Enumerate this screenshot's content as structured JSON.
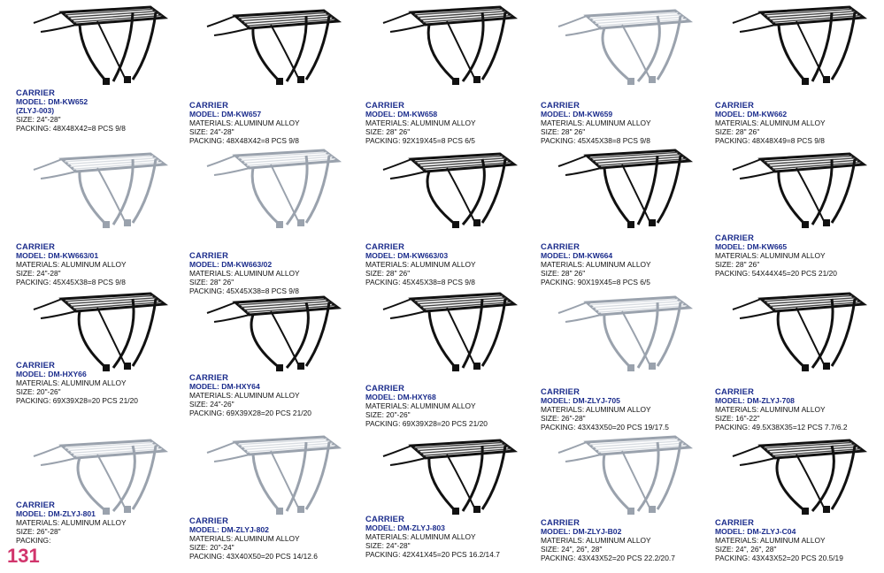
{
  "page_number": "131",
  "colors": {
    "title": "#1b2c8c",
    "page_number": "#d1356c",
    "black_rack": "#111111",
    "silver_rack": "#9aa2ad"
  },
  "products": [
    {
      "title": "CARRIER",
      "model": "MODEL: DM-KW652",
      "model_sub": "(ZLYJ-003)",
      "materials": "",
      "size": "SIZE: 24\"-28\"",
      "packing": "PACKING: 48X48X42=8 PCS   9/8",
      "finish": "black"
    },
    {
      "title": "CARRIER",
      "model": "MODEL: DM-KW657",
      "model_sub": "",
      "materials": "MATERIALS: ALUMINUM  ALLOY",
      "size": "SIZE: 24\"-28\"",
      "packing": "PACKING: 48X48X42=8 PCS   9/8",
      "finish": "black"
    },
    {
      "title": "CARRIER",
      "model": "MODEL: DM-KW658",
      "model_sub": "",
      "materials": "MATERIALS: ALUMINUM  ALLOY",
      "size": "SIZE: 28\"  26\"",
      "packing": "PACKING: 92X19X45=8 PCS   6/5",
      "finish": "black"
    },
    {
      "title": "CARRIER",
      "model": "MODEL: DM-KW659",
      "model_sub": "",
      "materials": "MATERIALS: ALUMINUM  ALLOY",
      "size": "SIZE: 28\"  26\"",
      "packing": "PACKING: 45X45X38=8 PCS   9/8",
      "finish": "silver"
    },
    {
      "title": "CARRIER",
      "model": "MODEL: DM-KW662",
      "model_sub": "",
      "materials": "MATERIALS: ALUMINUM  ALLOY",
      "size": "SIZE: 28\"  26\"",
      "packing": "PACKING: 48X48X49=8 PCS   9/8",
      "finish": "black"
    },
    {
      "title": "CARRIER",
      "model": "MODEL: DM-KW663/01",
      "model_sub": "",
      "materials": "MATERIALS: ALUMINUM  ALLOY",
      "size": "SIZE: 24\"-28\"",
      "packing": "PACKING: 45X45X38=8 PCS   9/8",
      "finish": "silver"
    },
    {
      "title": "CARRIER",
      "model": "MODEL: DM-KW663/02",
      "model_sub": "",
      "materials": "MATERIALS: ALUMINUM  ALLOY",
      "size": "SIZE: 28\"  26\"",
      "packing": "PACKING: 45X45X38=8 PCS   9/8",
      "finish": "silver"
    },
    {
      "title": "CARRIER",
      "model": "MODEL: DM-KW663/03",
      "model_sub": "",
      "materials": "MATERIALS: ALUMINUM  ALLOY",
      "size": "SIZE: 28\"  26\"",
      "packing": "PACKING: 45X45X38=8 PCS   9/8",
      "finish": "black"
    },
    {
      "title": "CARRIER",
      "model": "MODEL: DM-KW664",
      "model_sub": "",
      "materials": "MATERIALS: ALUMINUM  ALLOY",
      "size": "SIZE: 28\"  26\"",
      "packing": "PACKING: 90X19X45=8 PCS   6/5",
      "finish": "black"
    },
    {
      "title": "CARRIER",
      "model": "MODEL: DM-KW665",
      "model_sub": "",
      "materials": "MATERIALS: ALUMINUM ALLOY",
      "size": "SIZE: 28\"  26\"",
      "packing": "PACKING: 54X44X45=20 PCS   21/20",
      "finish": "black"
    },
    {
      "title": "CARRIER",
      "model": "MODEL: DM-HXY66",
      "model_sub": "",
      "materials": "MATERIALS: ALUMINUM ALLOY",
      "size": "SIZE: 20\"-26\"",
      "packing": "PACKING: 69X39X28=20 PCS 21/20",
      "finish": "black"
    },
    {
      "title": "CARRIER",
      "model": "MODEL: DM-HXY64",
      "model_sub": "",
      "materials": "MATERIALS: ALUMINUM ALLOY",
      "size": "SIZE: 24\"-26\"",
      "packing": "PACKING: 69X39X28=20 PCS 21/20",
      "finish": "black"
    },
    {
      "title": "CARRIER",
      "model": "MODEL: DM-HXY68",
      "model_sub": "",
      "materials": "MATERIALS: ALUMINUM  ALLOY",
      "size": "SIZE: 20\"-26\"",
      "packing": "PACKING: 69X39X28=20 PCS   21/20",
      "finish": "black"
    },
    {
      "title": "CARRIER",
      "model": "MODEL: DM-ZLYJ-705",
      "model_sub": "",
      "materials": "MATERIALS: ALUMINUM  ALLOY",
      "size": "SIZE: 26\"-28\"",
      "packing": "PACKING: 43X43X50=20 PCS   19/17.5",
      "finish": "silver"
    },
    {
      "title": "CARRIER",
      "model": "MODEL: DM-ZLYJ-708",
      "model_sub": "",
      "materials": "MATERIALS: ALUMINUM  ALLOY",
      "size": "SIZE: 16\"-22\"",
      "packing": "PACKING: 49.5X38X35=12 PCS   7.7/6.2",
      "finish": "black"
    },
    {
      "title": "CARRIER",
      "model": "MODEL: DM-ZLYJ-801",
      "model_sub": "",
      "materials": "MATERIALS: ALUMINUM ALLOY",
      "size": "SIZE: 26\"-28\"",
      "packing": "PACKING:",
      "finish": "silver"
    },
    {
      "title": "CARRIER",
      "model": "MODEL: DM-ZLYJ-802",
      "model_sub": "",
      "materials": "MATERIALS: ALUMINUM  ALLOY",
      "size": "SIZE: 20\"-24\"",
      "packing": "PACKING: 43X40X50=20 PCS 14/12.6",
      "finish": "silver"
    },
    {
      "title": "CARRIER",
      "model": "MODEL: DM-ZLYJ-803",
      "model_sub": "",
      "materials": "MATERIALS: ALUMINUM  ALLOY",
      "size": "SIZE: 24\"-28\"",
      "packing": "PACKING: 42X41X45=20 PCS 16.2/14.7",
      "finish": "black"
    },
    {
      "title": "CARRIER",
      "model": "MODEL: DM-ZLYJ-B02",
      "model_sub": "",
      "materials": "MATERIALS: ALUMINUM  ALLOY",
      "size": "SIZE: 24\", 26\", 28\"",
      "packing": "PACKING: 43X43X52=20 PCS   22.2/20.7",
      "finish": "silver"
    },
    {
      "title": "CARRIER",
      "model": "MODEL: DM-ZLYJ-C04",
      "model_sub": "",
      "materials": "MATERIALS: ALUMINUM  ALLOY",
      "size": "SIZE: 24\", 26\", 28\"",
      "packing": "PACKING: 43X43X52=20 PCS   20.5/19",
      "finish": "black"
    }
  ]
}
